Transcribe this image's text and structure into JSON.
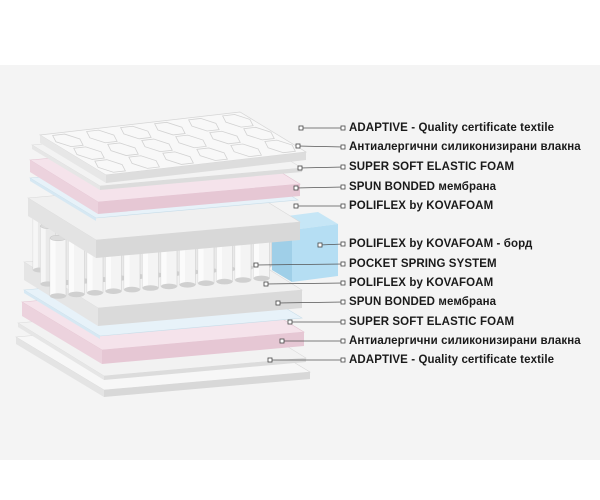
{
  "colors": {
    "background": "#f4f4f4",
    "textile": "#f6f6f6",
    "fiber": "#f0f0f0",
    "pink_foam": "#f3dde6",
    "blue_membrane": "#e6f1f8",
    "white_foam": "#eeeeee",
    "blue_border_foam": "#a9d8f0",
    "springs": "#e2e2e2",
    "connector": "#555555"
  },
  "layers": [
    {
      "label": "ADAPTIVE - Quality certificate textile",
      "material": "textile"
    },
    {
      "label": "Антиалергични силиконизирани влакна",
      "material": "fiber"
    },
    {
      "label": "SUPER SOFT ELASTIC FOAM",
      "material": "pink_foam"
    },
    {
      "label": "SPUN BONDED мембрана",
      "material": "blue_membrane"
    },
    {
      "label": "POLIFLEX by KOVAFOAM",
      "material": "white_foam"
    },
    {
      "label": "POLIFLEX by KOVAFOAM - борд",
      "material": "blue_border_foam"
    },
    {
      "label": "POCKET SPRING SYSTEM",
      "material": "springs"
    },
    {
      "label": "POLIFLEX by KOVAFOAM",
      "material": "white_foam"
    },
    {
      "label": "SPUN BONDED мембрана",
      "material": "blue_membrane"
    },
    {
      "label": "SUPER SOFT ELASTIC FOAM",
      "material": "pink_foam"
    },
    {
      "label": "Антиалергични силиконизирани влакна",
      "material": "fiber"
    },
    {
      "label": "ADAPTIVE - Quality certificate textile",
      "material": "textile"
    }
  ]
}
